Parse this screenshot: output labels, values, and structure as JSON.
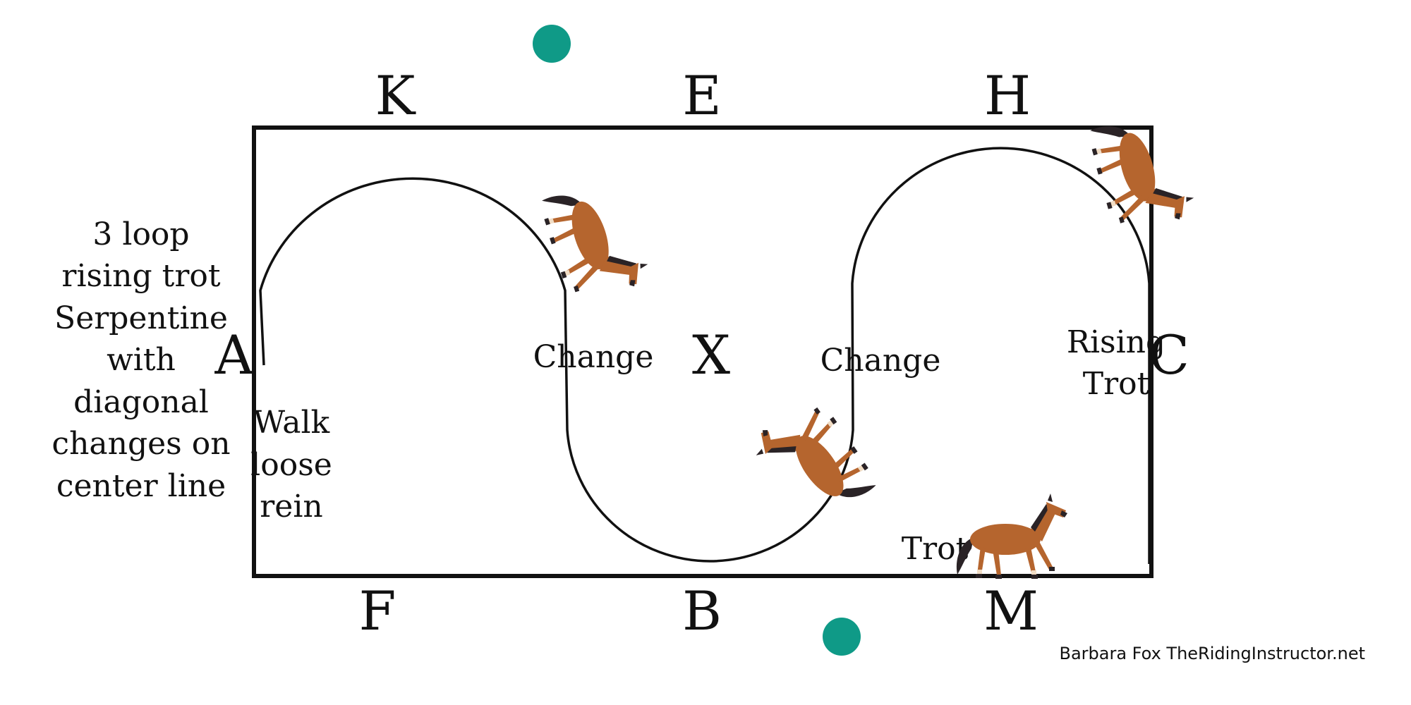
{
  "title_lines": [
    "3 loop",
    "rising trot",
    "Serpentine",
    "with",
    "diagonal",
    "changes  on",
    "center line"
  ],
  "arena_letters": {
    "K": "K",
    "E": "E",
    "H": "H",
    "A": "A",
    "X": "X",
    "C": "C",
    "F": "F",
    "B": "B",
    "M": "M"
  },
  "labels": {
    "change_1": "Change",
    "change_2": "Change",
    "rising_trot": [
      "Rising",
      "Trot"
    ],
    "walk_loose_rein": [
      "Walk",
      "loose",
      "rein"
    ],
    "trot": "Trot"
  },
  "credit": "Barbara Fox TheRidingInstructor.net",
  "colors": {
    "teal_marker": "#0f9a87",
    "outline": "#111111",
    "horse_coat": "#b5652e",
    "horse_mane": "#2a2326"
  },
  "icons": {
    "horse": "horse-icon",
    "marker": "teal-dot-icon"
  }
}
